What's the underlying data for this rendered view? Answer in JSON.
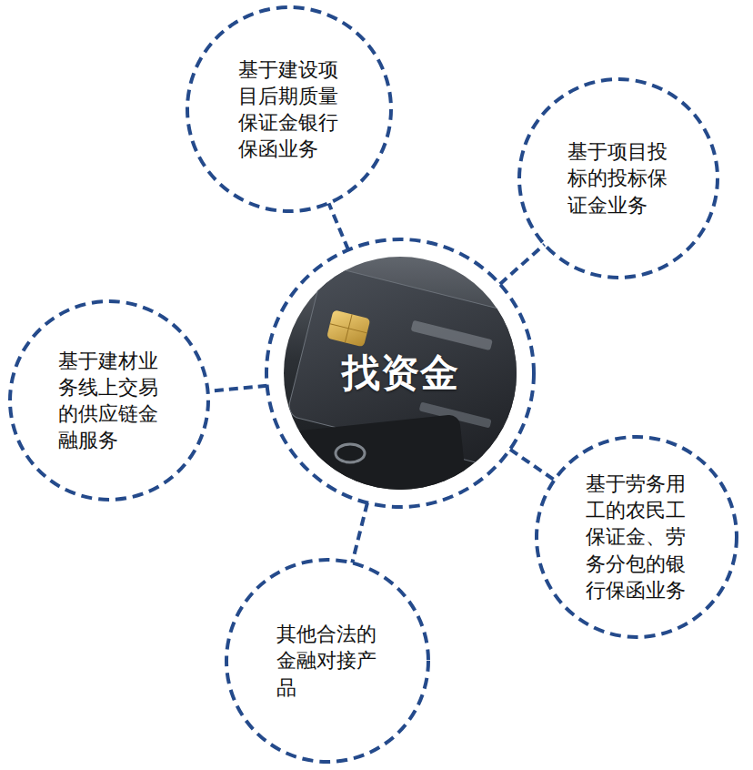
{
  "diagram": {
    "nodes": [
      {
        "text": [
          "基于建设项目后期质量保证金银行保函业务"
        ]
      },
      {
        "text": [
          "基于项目投标的投标保证金业务"
        ]
      },
      {
        "text": [
          "找资金"
        ]
      },
      {
        "text": [
          "基于建材业务线上交易的供应链金融服务"
        ]
      },
      {
        "text": [
          "基于劳务用工的农民工保证金、劳务分包的银行保函业务"
        ]
      },
      {
        "text": [
          "其他合法的金融对接产品"
        ]
      }
    ],
    "edges": [
      {
        "from": 2,
        "to": 0,
        "arrow": "none"
      },
      {
        "from": 2,
        "to": 1,
        "arrow": "none"
      },
      {
        "from": 2,
        "to": 3,
        "arrow": "none"
      },
      {
        "from": 2,
        "to": 4,
        "arrow": "none"
      },
      {
        "from": 2,
        "to": 5,
        "arrow": "none"
      }
    ]
  }
}
